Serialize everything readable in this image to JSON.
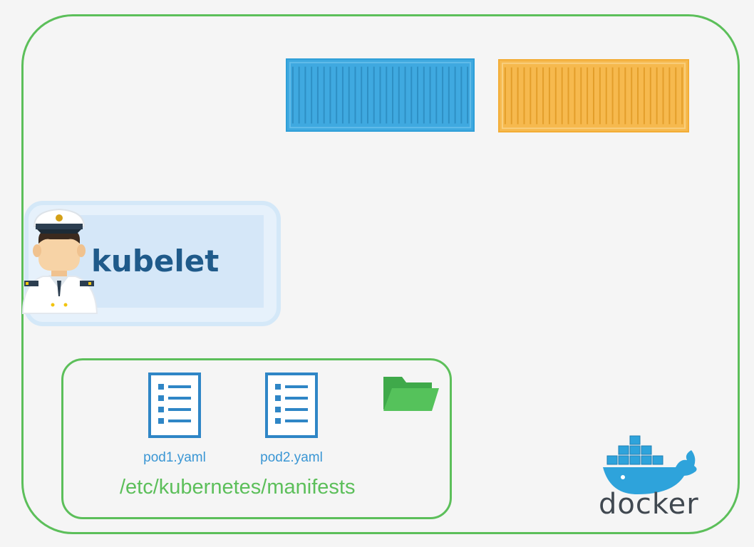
{
  "diagram": {
    "kubelet": {
      "label": "kubelet"
    },
    "manifests": {
      "path": "/etc/kubernetes/manifests",
      "files": [
        "pod1.yaml",
        "pod2.yaml"
      ]
    },
    "runtime": {
      "label": "docker"
    },
    "colors": {
      "node_border": "#5cbf5a",
      "container_blue": "#3fa9e0",
      "container_orange": "#f6b94e",
      "kubelet_text": "#1f5a8a",
      "file_text": "#3a96d4",
      "path_text": "#5cbf5a"
    },
    "icons": {
      "captain": "captain-icon",
      "document": "document-icon",
      "folder": "folder-icon",
      "docker": "docker-whale-icon"
    }
  }
}
